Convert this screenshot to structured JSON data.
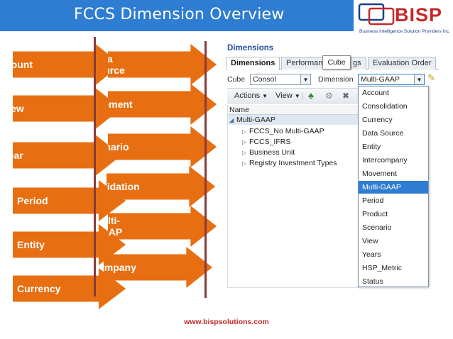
{
  "header": {
    "title": "FCCS Dimension Overview",
    "logo_text": "BISP",
    "logo_subtitle": "Business Intelligence Solution Providers Inc.",
    "accent_color": "#2e7dd2",
    "logo_color": "#c62828"
  },
  "left_column": [
    "Account",
    "View",
    "Year",
    "Period",
    "Entity",
    "Currency"
  ],
  "middle_column": [
    "Data Source",
    "Movement",
    "Scenario",
    "Consolidation",
    "Multi-GAAP",
    "Intercompany"
  ],
  "arrow_color": "#e76f12",
  "panel": {
    "title": "Dimensions",
    "tabs": [
      "Dimensions",
      "Performan",
      "gs",
      "Evaluation Order"
    ],
    "tooltip": "Cube",
    "cube_label": "Cube",
    "cube_value": "Consol",
    "dimension_label": "Dimension",
    "dimension_value": "Multi-GAAP",
    "toolbar": {
      "actions": "Actions",
      "view": "View"
    },
    "grid_header": "Name",
    "rows": [
      "Multi-GAAP",
      "FCCS_No Multi-GAAP",
      "FCCS_IFRS",
      "Business Unit",
      "Registry Investment Types"
    ],
    "dropdown_items": [
      "Account",
      "Consolidation",
      "Currency",
      "Data Source",
      "Entity",
      "Intercompany",
      "Movement",
      "Multi-GAAP",
      "Period",
      "Product",
      "Scenario",
      "View",
      "Years",
      "HSP_Metric",
      "Status"
    ],
    "dropdown_selected": "Multi-GAAP"
  },
  "footer": {
    "url": "www.bispsolutions.com"
  }
}
